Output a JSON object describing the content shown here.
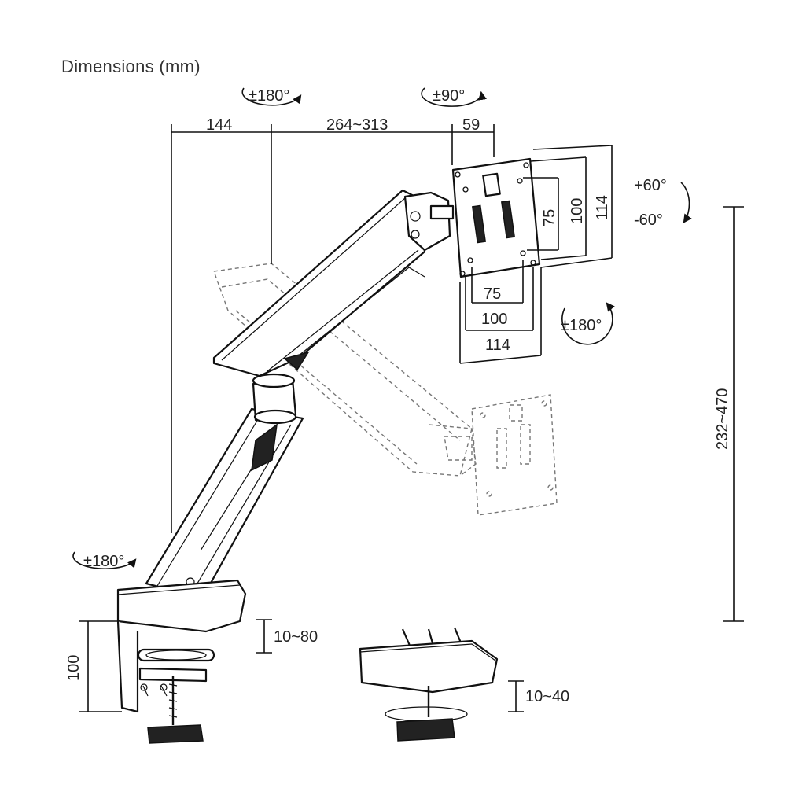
{
  "title": "Dimensions (mm)",
  "top_dimensions": {
    "arm_offset": "144",
    "arm_reach": "264~313",
    "head_depth": "59"
  },
  "rotations": {
    "elbow": "±180°",
    "head_swivel": "±90°",
    "tilt_up": "+60°",
    "tilt_down": "-60°",
    "plate_rotation": "±180°",
    "base_rotation": "±180°"
  },
  "vesa": {
    "h_small": "75",
    "h_medium": "100",
    "h_large": "114",
    "v_small": "75",
    "v_medium": "100",
    "v_large": "114"
  },
  "height_range": "232~470",
  "clamp": {
    "base_height": "100",
    "clamp_range": "10~80",
    "grommet_range": "10~40"
  }
}
